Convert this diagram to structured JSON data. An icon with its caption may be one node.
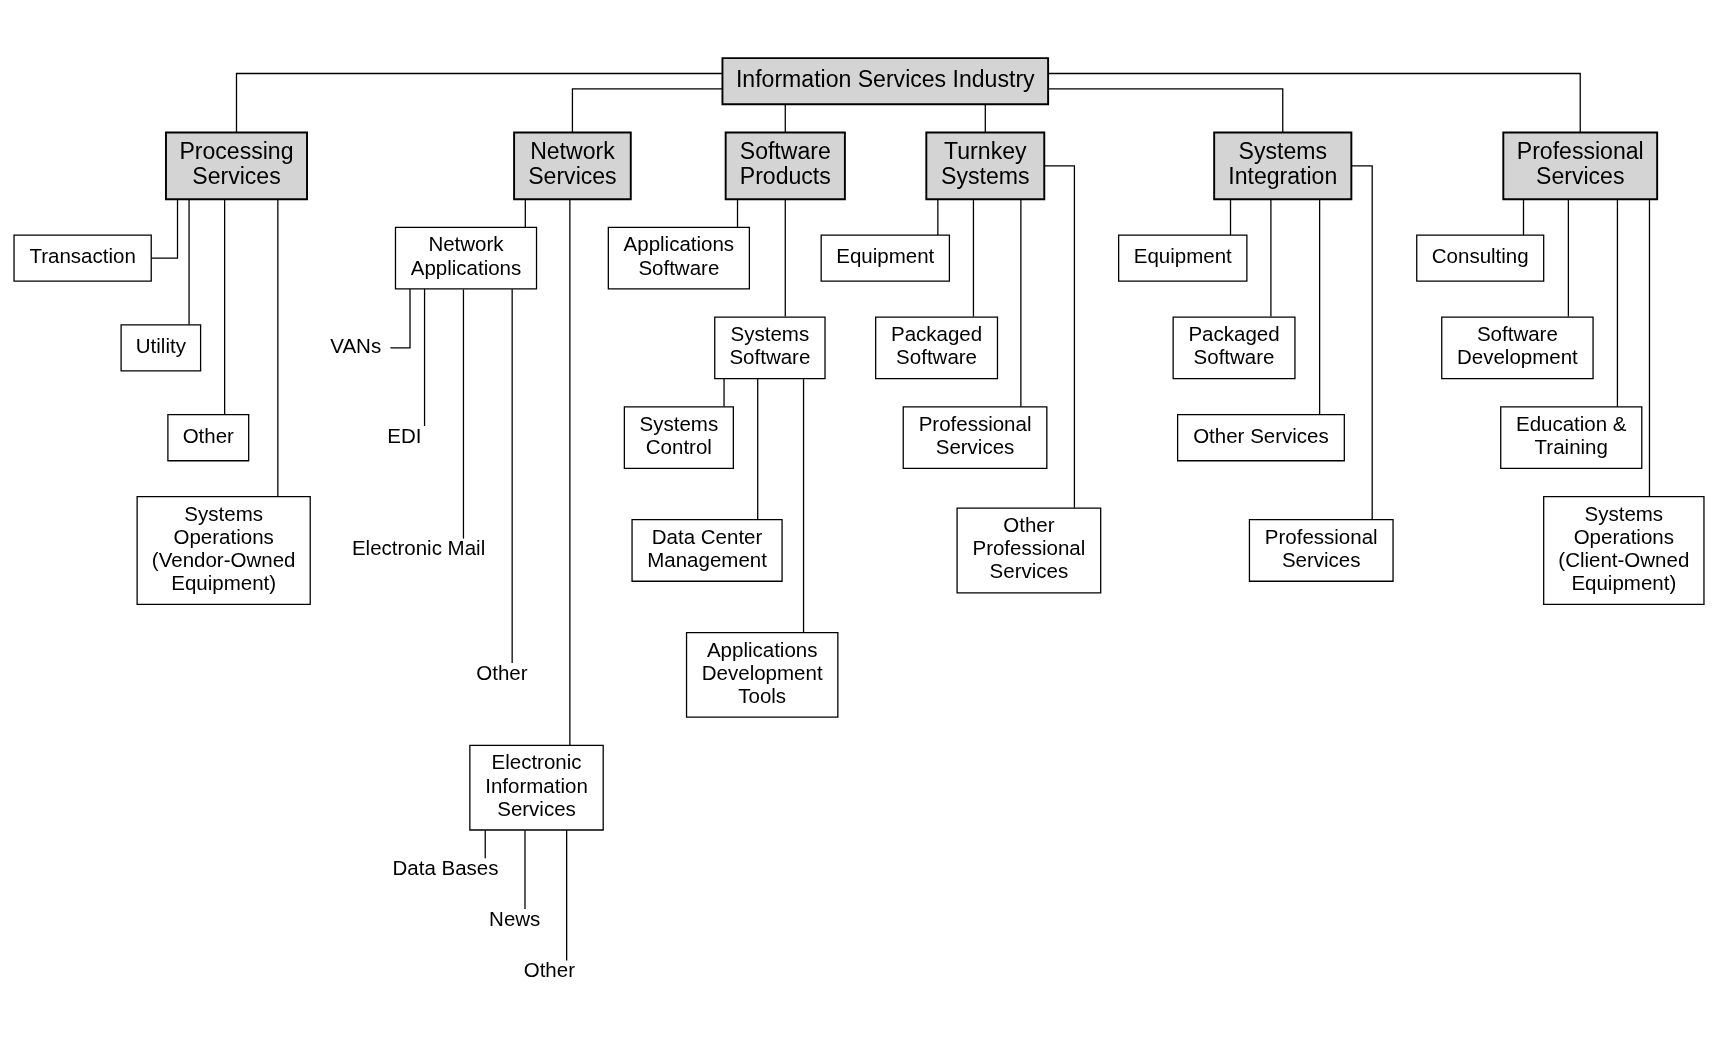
{
  "diagram": {
    "nodes": [
      {
        "text": [
          "Information Services Industry"
        ]
      },
      {
        "text": [
          "Processing Services"
        ]
      },
      {
        "text": [
          "Network Services"
        ]
      },
      {
        "text": [
          "Software Products"
        ]
      },
      {
        "text": [
          "Turnkey Systems"
        ]
      },
      {
        "text": [
          "Systems Integration"
        ]
      },
      {
        "text": [
          "Professional Services"
        ]
      },
      {
        "text": [
          "Transaction"
        ]
      },
      {
        "text": [
          "Utility"
        ]
      },
      {
        "text": [
          "Other"
        ]
      },
      {
        "text": [
          "Systems Operations (Vendor-Owned Equipment)"
        ]
      },
      {
        "text": [
          "Network Applications"
        ]
      },
      {
        "text": [
          "VANs"
        ]
      },
      {
        "text": [
          "EDI"
        ]
      },
      {
        "text": [
          "Electronic Mail"
        ]
      },
      {
        "text": [
          "Other"
        ]
      },
      {
        "text": [
          "Electronic Information Services"
        ]
      },
      {
        "text": [
          "Data Bases"
        ]
      },
      {
        "text": [
          "News"
        ]
      },
      {
        "text": [
          "Other"
        ]
      },
      {
        "text": [
          "Applications Software"
        ]
      },
      {
        "text": [
          "Systems Software"
        ]
      },
      {
        "text": [
          "Systems Control"
        ]
      },
      {
        "text": [
          "Data Center Management"
        ]
      },
      {
        "text": [
          "Applications Development Tools"
        ]
      },
      {
        "text": [
          "Equipment"
        ]
      },
      {
        "text": [
          "Packaged Software"
        ]
      },
      {
        "text": [
          "Professional Services"
        ]
      },
      {
        "text": [
          "Other Professional Services"
        ]
      },
      {
        "text": [
          "Equipment"
        ]
      },
      {
        "text": [
          "Packaged Software"
        ]
      },
      {
        "text": [
          "Other Services"
        ]
      },
      {
        "text": [
          "Professional Services"
        ]
      },
      {
        "text": [
          "Consulting"
        ]
      },
      {
        "text": [
          "Software Development"
        ]
      },
      {
        "text": [
          "Education & Training"
        ]
      },
      {
        "text": [
          "Systems Operations (Client-Owned Equipment)"
        ]
      }
    ],
    "edges": [
      {
        "from": 0,
        "to": 1,
        "arrow": "none"
      },
      {
        "from": 0,
        "to": 2,
        "arrow": "none"
      },
      {
        "from": 0,
        "to": 3,
        "arrow": "none"
      },
      {
        "from": 0,
        "to": 4,
        "arrow": "none"
      },
      {
        "from": 0,
        "to": 5,
        "arrow": "none"
      },
      {
        "from": 0,
        "to": 6,
        "arrow": "none"
      },
      {
        "from": 1,
        "to": 7,
        "arrow": "none"
      },
      {
        "from": 1,
        "to": 8,
        "arrow": "none"
      },
      {
        "from": 1,
        "to": 9,
        "arrow": "none"
      },
      {
        "from": 1,
        "to": 10,
        "arrow": "none"
      },
      {
        "from": 2,
        "to": 11,
        "arrow": "none"
      },
      {
        "from": 2,
        "to": 16,
        "arrow": "none"
      },
      {
        "from": 11,
        "to": 12,
        "arrow": "none"
      },
      {
        "from": 11,
        "to": 13,
        "arrow": "none"
      },
      {
        "from": 11,
        "to": 14,
        "arrow": "none"
      },
      {
        "from": 11,
        "to": 15,
        "arrow": "none"
      },
      {
        "from": 16,
        "to": 17,
        "arrow": "none"
      },
      {
        "from": 16,
        "to": 18,
        "arrow": "none"
      },
      {
        "from": 16,
        "to": 19,
        "arrow": "none"
      },
      {
        "from": 3,
        "to": 20,
        "arrow": "none"
      },
      {
        "from": 3,
        "to": 21,
        "arrow": "none"
      },
      {
        "from": 21,
        "to": 22,
        "arrow": "none"
      },
      {
        "from": 21,
        "to": 23,
        "arrow": "none"
      },
      {
        "from": 21,
        "to": 24,
        "arrow": "none"
      },
      {
        "from": 4,
        "to": 25,
        "arrow": "none"
      },
      {
        "from": 4,
        "to": 26,
        "arrow": "none"
      },
      {
        "from": 4,
        "to": 27,
        "arrow": "none"
      },
      {
        "from": 4,
        "to": 28,
        "arrow": "none"
      },
      {
        "from": 5,
        "to": 29,
        "arrow": "none"
      },
      {
        "from": 5,
        "to": 30,
        "arrow": "none"
      },
      {
        "from": 5,
        "to": 31,
        "arrow": "none"
      },
      {
        "from": 5,
        "to": 32,
        "arrow": "none"
      },
      {
        "from": 6,
        "to": 33,
        "arrow": "none"
      },
      {
        "from": 6,
        "to": 34,
        "arrow": "none"
      },
      {
        "from": 6,
        "to": 35,
        "arrow": "none"
      },
      {
        "from": 6,
        "to": 36,
        "arrow": "none"
      }
    ]
  }
}
